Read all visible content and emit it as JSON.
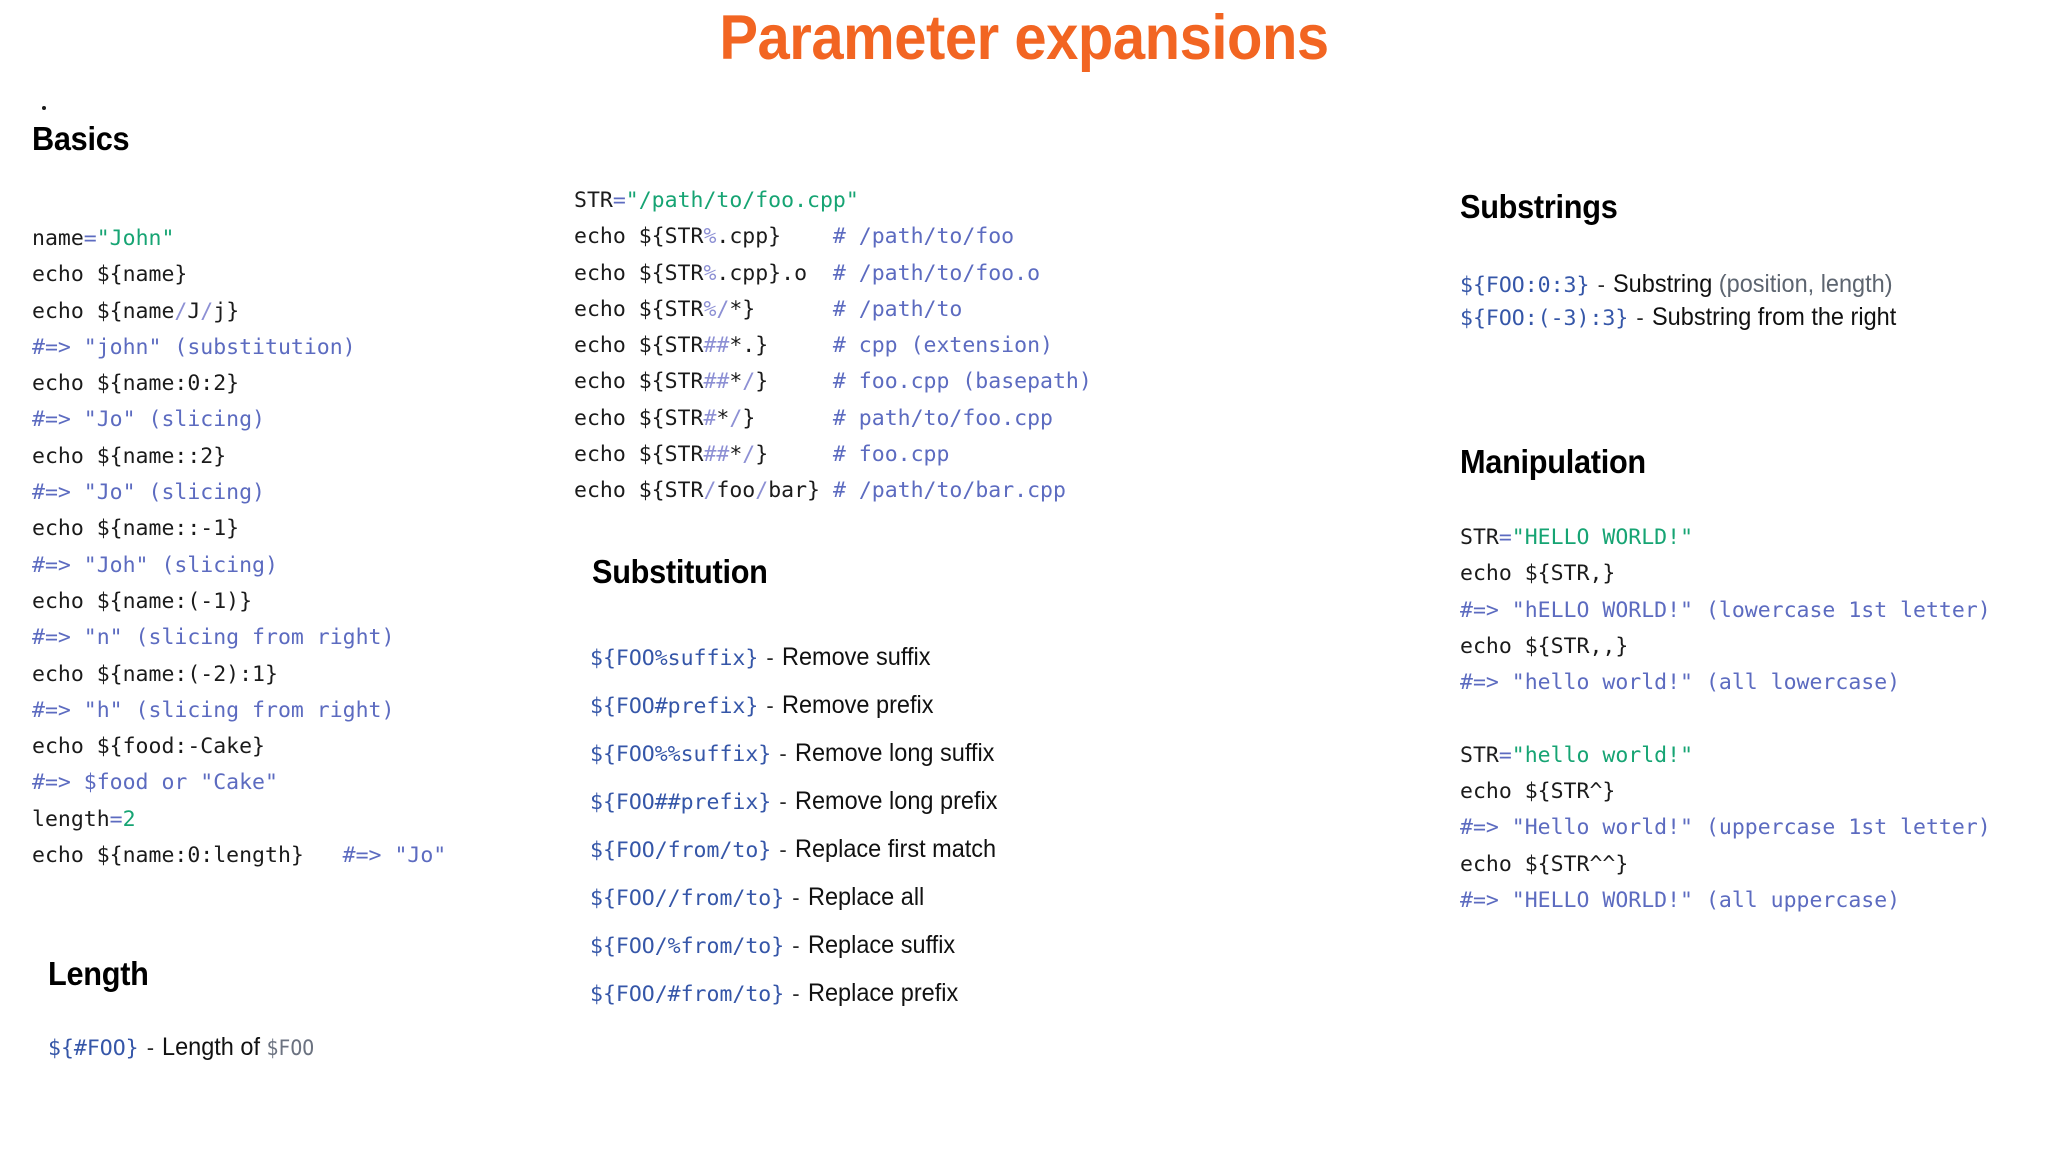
{
  "title": "Parameter expansions",
  "title_color": "#f26522",
  "colors": {
    "string": "#16a473",
    "comment": "#5c6bc0",
    "operator": "#8d90d4",
    "code_link": "#3556a8",
    "text": "#111111",
    "muted": "#5d6570",
    "background": "#ffffff"
  },
  "sections": {
    "basics": {
      "heading": "Basics",
      "code_lines": [
        [
          {
            "t": "name",
            "c": "plain"
          },
          {
            "t": "=",
            "c": "eq"
          },
          {
            "t": "\"John\"",
            "c": "str"
          }
        ],
        [
          {
            "t": "echo ${name}",
            "c": "plain"
          }
        ],
        [
          {
            "t": "echo ${name",
            "c": "plain"
          },
          {
            "t": "/",
            "c": "op"
          },
          {
            "t": "J",
            "c": "plain"
          },
          {
            "t": "/",
            "c": "op"
          },
          {
            "t": "j}",
            "c": "plain"
          }
        ],
        [
          {
            "t": "#=> \"john\" (substitution)",
            "c": "cmt"
          }
        ],
        [
          {
            "t": "echo ${name:0:2}",
            "c": "plain"
          }
        ],
        [
          {
            "t": "#=> \"Jo\" (slicing)",
            "c": "cmt"
          }
        ],
        [
          {
            "t": "echo ${name::2}",
            "c": "plain"
          }
        ],
        [
          {
            "t": "#=> \"Jo\" (slicing)",
            "c": "cmt"
          }
        ],
        [
          {
            "t": "echo ${name::-1}",
            "c": "plain"
          }
        ],
        [
          {
            "t": "#=> \"Joh\" (slicing)",
            "c": "cmt"
          }
        ],
        [
          {
            "t": "echo ${name:(-1)}",
            "c": "plain"
          }
        ],
        [
          {
            "t": "#=> \"n\" (slicing from right)",
            "c": "cmt"
          }
        ],
        [
          {
            "t": "echo ${name:(-2):1}",
            "c": "plain"
          }
        ],
        [
          {
            "t": "#=> \"h\" (slicing from right)",
            "c": "cmt"
          }
        ],
        [
          {
            "t": "echo ${food:-Cake}",
            "c": "plain"
          }
        ],
        [
          {
            "t": "#=> $food or \"Cake\"",
            "c": "cmt"
          }
        ],
        [
          {
            "t": "length",
            "c": "plain"
          },
          {
            "t": "=",
            "c": "eq"
          },
          {
            "t": "2",
            "c": "num"
          }
        ],
        [
          {
            "t": "echo ${name:0:length}   ",
            "c": "plain"
          },
          {
            "t": "#=> \"Jo\"",
            "c": "cmt"
          }
        ]
      ]
    },
    "length": {
      "heading": "Length",
      "rows": [
        {
          "code": "${#FOO}",
          "dash": "-",
          "desc_pre": "Length of ",
          "desc_mono": "$FOO"
        }
      ]
    },
    "paths": {
      "code_lines": [
        [
          {
            "t": "STR",
            "c": "plain"
          },
          {
            "t": "=",
            "c": "eq"
          },
          {
            "t": "\"/path/to/foo.cpp\"",
            "c": "str"
          }
        ],
        [
          {
            "t": "echo ${STR",
            "c": "plain"
          },
          {
            "t": "%",
            "c": "op"
          },
          {
            "t": ".cpp}    ",
            "c": "plain"
          },
          {
            "t": "# /path/to/foo",
            "c": "cmt"
          }
        ],
        [
          {
            "t": "echo ${STR",
            "c": "plain"
          },
          {
            "t": "%",
            "c": "op"
          },
          {
            "t": ".cpp}.o  ",
            "c": "plain"
          },
          {
            "t": "# /path/to/foo.o",
            "c": "cmt"
          }
        ],
        [
          {
            "t": "echo ${STR",
            "c": "plain"
          },
          {
            "t": "%/",
            "c": "op"
          },
          {
            "t": "*}      ",
            "c": "plain"
          },
          {
            "t": "# /path/to",
            "c": "cmt"
          }
        ],
        [
          {
            "t": "echo ${STR",
            "c": "plain"
          },
          {
            "t": "##",
            "c": "op"
          },
          {
            "t": "*.}     ",
            "c": "plain"
          },
          {
            "t": "# cpp (extension)",
            "c": "cmt"
          }
        ],
        [
          {
            "t": "echo ${STR",
            "c": "plain"
          },
          {
            "t": "##",
            "c": "op"
          },
          {
            "t": "*",
            "c": "plain"
          },
          {
            "t": "/",
            "c": "op"
          },
          {
            "t": "}     ",
            "c": "plain"
          },
          {
            "t": "# foo.cpp (basepath)",
            "c": "cmt"
          }
        ],
        [
          {
            "t": "echo ${STR",
            "c": "plain"
          },
          {
            "t": "#",
            "c": "op"
          },
          {
            "t": "*",
            "c": "plain"
          },
          {
            "t": "/",
            "c": "op"
          },
          {
            "t": "}      ",
            "c": "plain"
          },
          {
            "t": "# path/to/foo.cpp",
            "c": "cmt"
          }
        ],
        [
          {
            "t": "echo ${STR",
            "c": "plain"
          },
          {
            "t": "##",
            "c": "op"
          },
          {
            "t": "*",
            "c": "plain"
          },
          {
            "t": "/",
            "c": "op"
          },
          {
            "t": "}     ",
            "c": "plain"
          },
          {
            "t": "# foo.cpp",
            "c": "cmt"
          }
        ],
        [
          {
            "t": "echo ${STR",
            "c": "plain"
          },
          {
            "t": "/",
            "c": "op"
          },
          {
            "t": "foo",
            "c": "plain"
          },
          {
            "t": "/",
            "c": "op"
          },
          {
            "t": "bar} ",
            "c": "plain"
          },
          {
            "t": "# /path/to/bar.cpp",
            "c": "cmt"
          }
        ]
      ]
    },
    "substitution": {
      "heading": "Substitution",
      "rows": [
        {
          "code": "${FOO%suffix}",
          "dash": "-",
          "desc": "Remove suffix"
        },
        {
          "code": "${FOO#prefix}",
          "dash": "-",
          "desc": "Remove prefix"
        },
        {
          "code": "${FOO%%suffix}",
          "dash": "-",
          "desc": "Remove long suffix"
        },
        {
          "code": "${FOO##prefix}",
          "dash": "-",
          "desc": "Remove long prefix"
        },
        {
          "code": "${FOO/from/to}",
          "dash": "-",
          "desc": "Replace first match"
        },
        {
          "code": "${FOO//from/to}",
          "dash": "-",
          "desc": "Replace all"
        },
        {
          "code": "${FOO/%from/to}",
          "dash": "-",
          "desc": "Replace suffix"
        },
        {
          "code": "${FOO/#from/to}",
          "dash": "-",
          "desc": "Replace prefix"
        }
      ]
    },
    "substrings": {
      "heading": "Substrings",
      "rows": [
        {
          "code": "${FOO:0:3}",
          "dash": "-",
          "desc_pre": "Substring ",
          "desc_muted": "(position, length)"
        },
        {
          "code": "${FOO:(-3):3}",
          "dash": "-",
          "desc": "Substring from the right"
        }
      ]
    },
    "manipulation": {
      "heading": "Manipulation",
      "code_lines": [
        [
          {
            "t": "STR",
            "c": "plain"
          },
          {
            "t": "=",
            "c": "eq"
          },
          {
            "t": "\"HELLO WORLD!\"",
            "c": "str"
          }
        ],
        [
          {
            "t": "echo ${STR,}",
            "c": "plain"
          }
        ],
        [
          {
            "t": "#=> \"hELLO WORLD!\" (lowercase 1st letter)",
            "c": "cmt"
          }
        ],
        [
          {
            "t": "echo ${STR,,}",
            "c": "plain"
          }
        ],
        [
          {
            "t": "#=> \"hello world!\" (all lowercase)",
            "c": "cmt"
          }
        ],
        [
          {
            "t": "",
            "c": "plain"
          }
        ],
        [
          {
            "t": "STR",
            "c": "plain"
          },
          {
            "t": "=",
            "c": "eq"
          },
          {
            "t": "\"hello world!\"",
            "c": "str"
          }
        ],
        [
          {
            "t": "echo ${STR^}",
            "c": "plain"
          }
        ],
        [
          {
            "t": "#=> \"Hello world!\" (uppercase 1st letter)",
            "c": "cmt"
          }
        ],
        [
          {
            "t": "echo ${STR^^}",
            "c": "plain"
          }
        ],
        [
          {
            "t": "#=> \"HELLO WORLD!\" (all uppercase)",
            "c": "cmt"
          }
        ]
      ]
    }
  }
}
